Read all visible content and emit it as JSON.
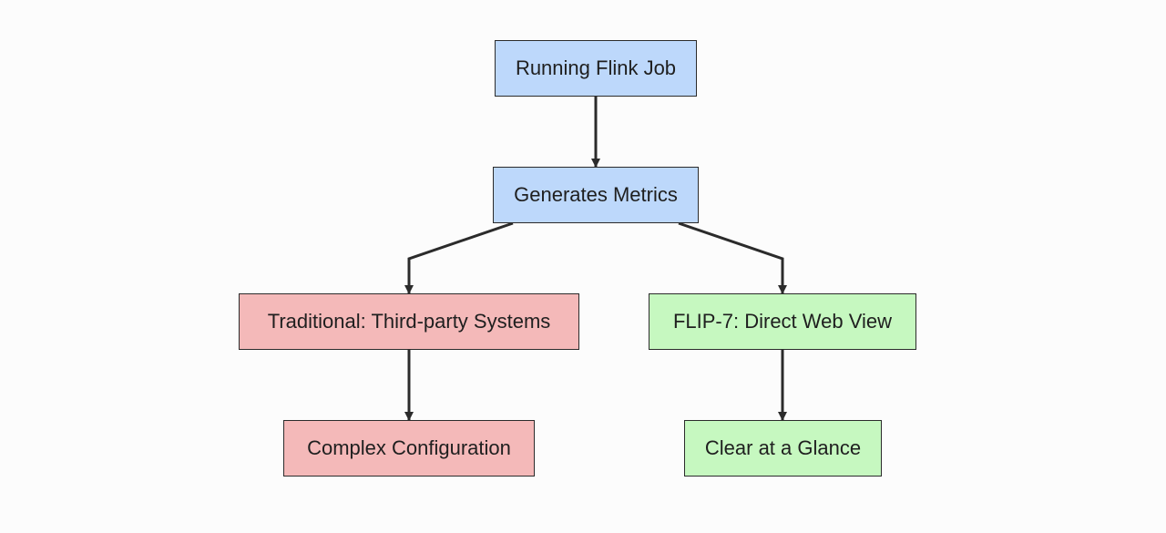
{
  "diagram": {
    "nodes": [
      {
        "id": "running",
        "label": "Running Flink Job",
        "fill": "#bdd8fb"
      },
      {
        "id": "metrics",
        "label": "Generates Metrics",
        "fill": "#bdd8fb"
      },
      {
        "id": "traditional",
        "label": "Traditional: Third-party Systems",
        "fill": "#f4b9b9"
      },
      {
        "id": "flip7",
        "label": "FLIP-7: Direct Web View",
        "fill": "#c6f8c0"
      },
      {
        "id": "complex",
        "label": "Complex Configuration",
        "fill": "#f4b9b9"
      },
      {
        "id": "clear",
        "label": "Clear at a Glance",
        "fill": "#c6f8c0"
      }
    ],
    "edges": [
      {
        "from": "running",
        "to": "metrics"
      },
      {
        "from": "metrics",
        "to": "traditional"
      },
      {
        "from": "metrics",
        "to": "flip7"
      },
      {
        "from": "traditional",
        "to": "complex"
      },
      {
        "from": "flip7",
        "to": "clear"
      }
    ],
    "edge_color": "#2b2b2b"
  }
}
